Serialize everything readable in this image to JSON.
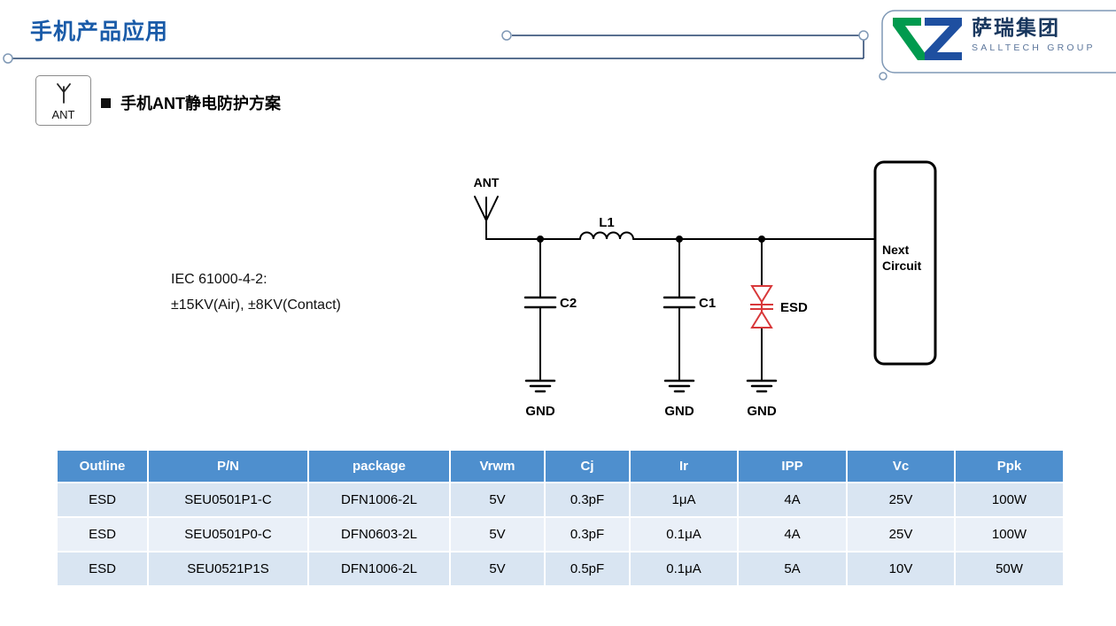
{
  "header": {
    "title": "手机产品应用",
    "logo": {
      "name": "萨瑞集团",
      "subtitle": "SALLTECH GROUP"
    }
  },
  "ant_badge": {
    "label": "ANT"
  },
  "section": {
    "heading": "手机ANT静电防护方案"
  },
  "spec": {
    "line1": "IEC 61000-4-2:",
    "line2": "±15KV(Air), ±8KV(Contact)"
  },
  "circuit": {
    "ant_label": "ANT",
    "inductor_label": "L1",
    "cap_left_label": "C2",
    "cap_right_label": "C1",
    "esd_label": "ESD",
    "gnd_labels": [
      "GND",
      "GND",
      "GND"
    ],
    "next_circuit": {
      "line1": "Next",
      "line2": "Circuit"
    }
  },
  "table": {
    "headers": [
      "Outline",
      "P/N",
      "package",
      "Vrwm",
      "Cj",
      "Ir",
      "IPP",
      "Vc",
      "Ppk"
    ],
    "rows": [
      [
        "ESD",
        "SEU0501P1-C",
        "DFN1006-2L",
        "5V",
        "0.3pF",
        "1μA",
        "4A",
        "25V",
        "100W"
      ],
      [
        "ESD",
        "SEU0501P0-C",
        "DFN0603-2L",
        "5V",
        "0.3pF",
        "0.1μA",
        "4A",
        "25V",
        "100W"
      ],
      [
        "ESD",
        "SEU0521P1S",
        "DFN1006-2L",
        "5V",
        "0.5pF",
        "0.1μA",
        "5A",
        "10V",
        "50W"
      ]
    ]
  },
  "colors": {
    "title_blue": "#1A5BA8",
    "table_header_fill": "#4E8FCE",
    "row_dark": "#D9E5F2",
    "row_light": "#EAF0F8",
    "esd_red": "#D8383A",
    "logo_green": "#009A4E",
    "logo_blue": "#1E4FA0"
  }
}
